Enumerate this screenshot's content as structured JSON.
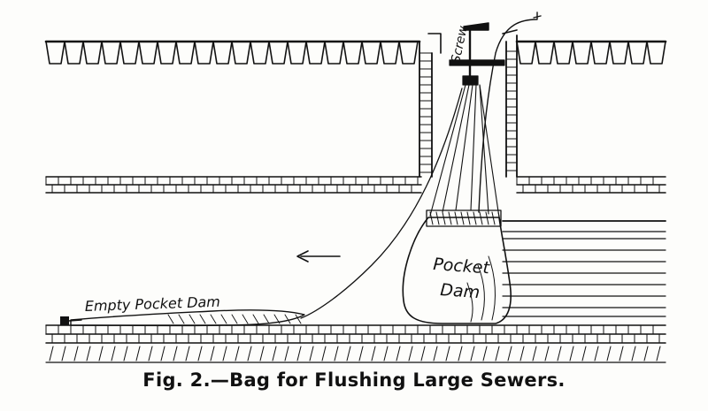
{
  "figure": {
    "caption": "Fig. 2.—Bag for Flushing Large Sewers.",
    "labels": {
      "screw": "Screw",
      "pocket_dam_line1": "Pocket",
      "pocket_dam_line2": "Dam",
      "empty_pocket_dam": "Empty Pocket Dam"
    },
    "flow_direction": "left"
  },
  "colors": {
    "ink": "#111111",
    "paper": "#fdfdfb"
  }
}
